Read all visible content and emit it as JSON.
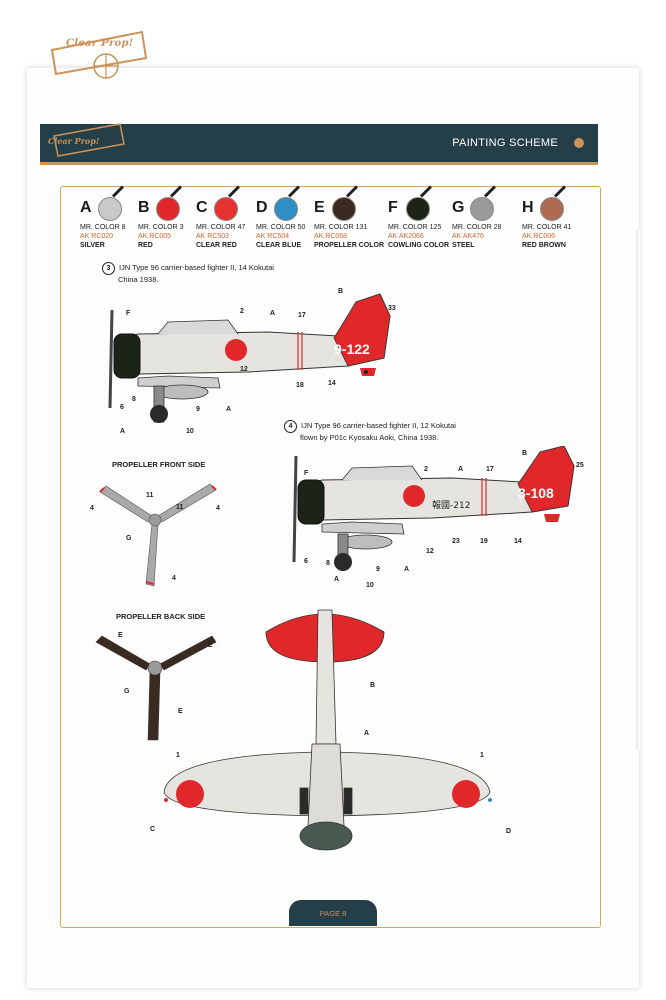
{
  "brand": {
    "name": "Clear Prop!"
  },
  "header": {
    "title": "PAINTING SCHEME"
  },
  "palette": [
    {
      "letter": "A",
      "mr": "MR. COLOR 8",
      "ak": "AK RC020",
      "name": "SILVER",
      "color": "#c9c9c9"
    },
    {
      "letter": "B",
      "mr": "MR. COLOR 3",
      "ak": "AK RC005",
      "name": "RED",
      "color": "#e0282a"
    },
    {
      "letter": "C",
      "mr": "MR. COLOR 47",
      "ak": "AK RC503",
      "name": "CLEAR RED",
      "color": "#e8322f"
    },
    {
      "letter": "D",
      "mr": "MR. COLOR 50",
      "ak": "AK RC504",
      "name": "CLEAR BLUE",
      "color": "#2d8fc4"
    },
    {
      "letter": "E",
      "mr": "MR. COLOR 131",
      "ak": "AK RC068",
      "name": "PROPELLER COLOR",
      "color": "#3a2a20"
    },
    {
      "letter": "F",
      "mr": "MR. COLOR 125",
      "ak": "AK AK2066",
      "name": "COWLING COLOR",
      "color": "#1c2418"
    },
    {
      "letter": "G",
      "mr": "MR. COLOR 28",
      "ak": "AK AK476",
      "name": "STEEL",
      "color": "#9a9a9a"
    },
    {
      "letter": "H",
      "mr": "MR. COLOR 41",
      "ak": "AK RC006",
      "name": "RED BROWN",
      "color": "#b06a52"
    }
  ],
  "profiles": [
    {
      "number": "3",
      "line1": "IJN Type 96 carrier-based fighter II, 14 Kokutai",
      "line2": "China 1938.",
      "tail_code": "9-122"
    },
    {
      "number": "4",
      "line1": "IJN Type 96 carrier-based fighter II, 12 Kokutai",
      "line2": "flown by P01c Kyosaku Aoki, China 1938.",
      "tail_code": "3-108",
      "fuselage_text": "報國-212"
    }
  ],
  "sections": {
    "prop_front": "PROPELLER FRONT SIDE",
    "prop_back": "PROPELLER BACK SIDE"
  },
  "callouts": {
    "p3": [
      "F",
      "B",
      "33",
      "2",
      "A",
      "17",
      "12",
      "18",
      "14",
      "6",
      "8",
      "9",
      "A",
      "A",
      "10"
    ],
    "p4": [
      "B",
      "25",
      "F",
      "2",
      "A",
      "17",
      "12",
      "23",
      "19",
      "14",
      "6",
      "8",
      "9",
      "A",
      "A",
      "10"
    ],
    "front": [
      "4",
      "11",
      "4",
      "11",
      "G",
      "4"
    ],
    "back": [
      "E",
      "E",
      "G",
      "E"
    ],
    "plan": [
      "B",
      "A",
      "1",
      "1",
      "C",
      "D"
    ]
  },
  "footer": {
    "page": "PAGE 8"
  }
}
